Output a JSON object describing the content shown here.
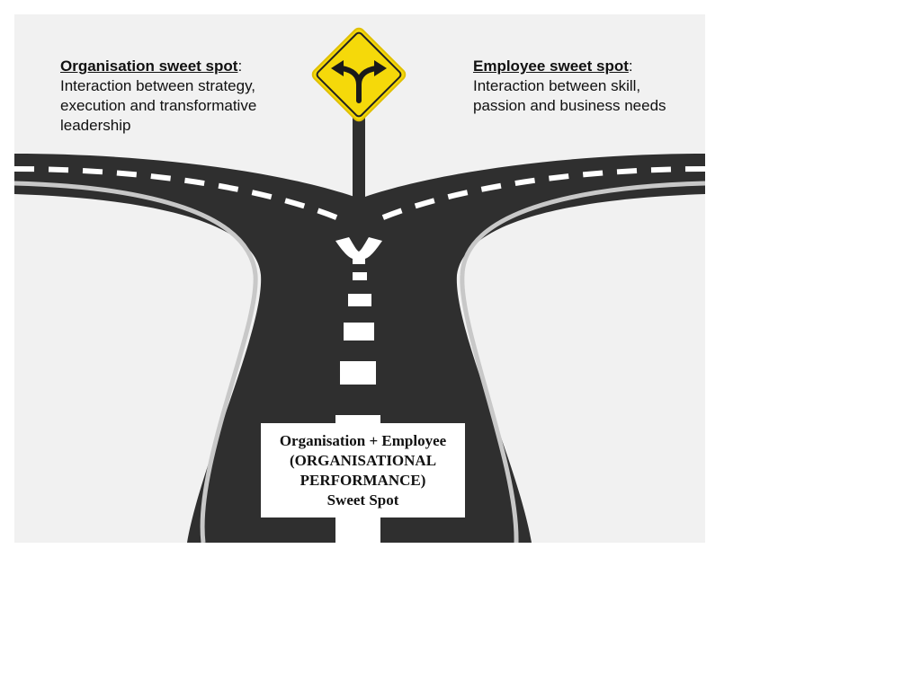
{
  "left_caption": {
    "heading": "Organisation sweet spot",
    "separator": ":",
    "body": "Interaction between strategy, execution and transformative leadership"
  },
  "right_caption": {
    "heading": "Employee sweet spot",
    "separator": ":",
    "body": "Interaction between skill, passion and business needs"
  },
  "center_box": {
    "line1": "Organisation + Employee",
    "line2": "(ORGANISATIONAL",
    "line3": "PERFORMANCE)",
    "line4": "Sweet Spot"
  },
  "sign": {
    "icon": "fork-arrows-icon",
    "color": "#f5d90a"
  },
  "colors": {
    "road": "#2f2f2f",
    "background": "#f1f1f1",
    "lane_marking": "#ffffff",
    "edge_line": "#c8c8c8"
  }
}
